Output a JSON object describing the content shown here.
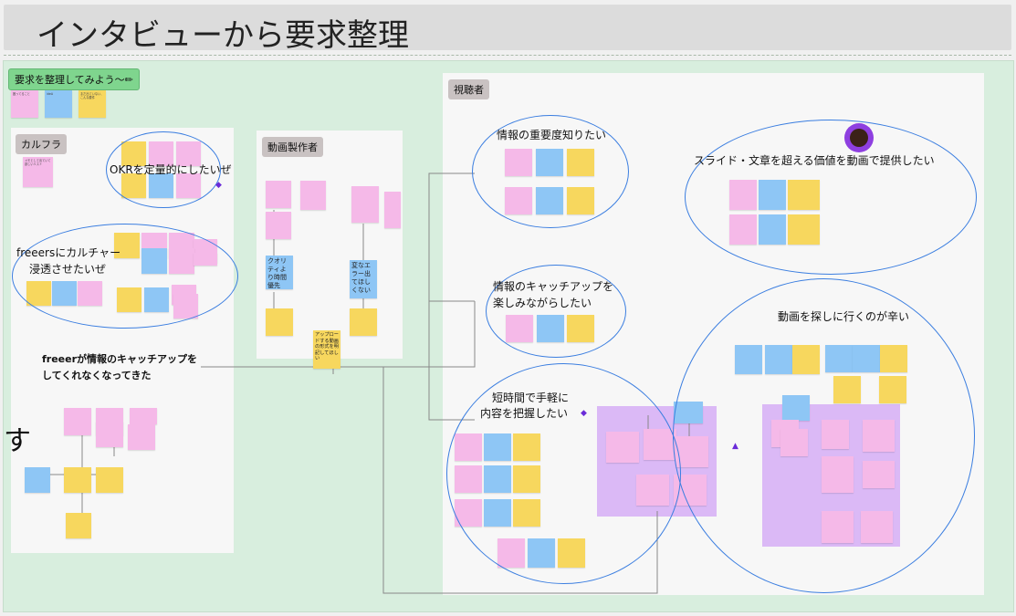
{
  "page": {
    "title": "インタビューから要求整理",
    "stray_char": "す"
  },
  "board_label": "要求を整理してみよう〜✏",
  "legend_notes": [
    "困ってること",
    "ideA",
    "まだ出ていない、こんな要件"
  ],
  "frames": {
    "karufura": {
      "label": "カルフラ",
      "single_note": "メモとして出ていて欲しいリスト",
      "okr_label": "OKRを定量的にしたいぜ",
      "culture_label_1": "freeersにカルチャー",
      "culture_label_2": "浸透させたいぜ"
    },
    "video_maker": {
      "label": "動画製作者",
      "blue_note_1": "クオリティより時間優先",
      "blue_note_2": "変なエラー出てほしくない",
      "approach_note": "アップロードする動画の形式を明記してほしい"
    },
    "viewer": {
      "label": "視聴者",
      "importance": "情報の重要度知りたい",
      "fun_1": "情報のキャッチアップを",
      "fun_2": "楽しみながらしたい",
      "short_1": "短時間で手軽に",
      "short_2": "内容を把握したい",
      "value": "スライド・文章を超える価値を動画で提供したい",
      "search": "動画を探しに行くのが辛い"
    }
  },
  "catchup_1": "freeerが情報のキャッチアップを",
  "catchup_2": "してくれなくなってきた",
  "colors": {
    "board": "#d8eede",
    "pink_note": "#f5b9e8",
    "blue_note": "#8ec6f5",
    "yellow_note": "#f7d75e",
    "purple_zone": "#d9b5f5",
    "ellipse_stroke": "#3b7ee0"
  }
}
